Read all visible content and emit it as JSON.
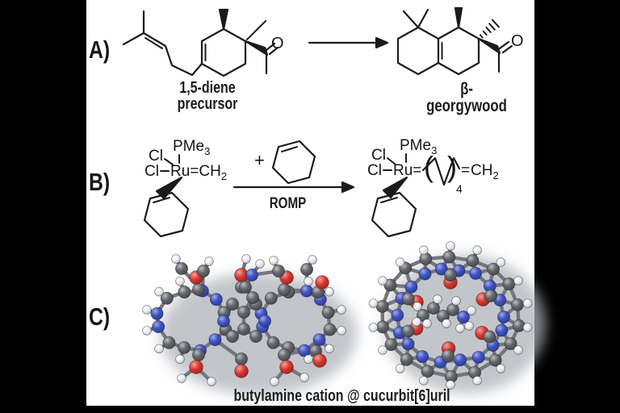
{
  "figure": {
    "panel_a": {
      "label": "A)",
      "reactant_caption": "1,5-diene precursor",
      "product_caption": "β-georgywood",
      "reactant_carbonyl": "O",
      "product_carbonyl": "O"
    },
    "panel_b": {
      "label": "B)",
      "plus_sign": "+",
      "arrow_caption": "ROMP",
      "catalyst": {
        "chloride_top": "Cl",
        "chloride_left": "Cl",
        "metal": "Ru",
        "double_bond": "=",
        "carbene": "CH",
        "carbene_subscript": "2",
        "phosphine": "PMe",
        "phosphine_subscript": "3"
      },
      "product": {
        "chloride_top": "Cl",
        "chloride_left": "Cl",
        "metal": "Ru",
        "double_bond": "=",
        "phosphine": "PMe",
        "phosphine_subscript": "3",
        "paren_open": "(",
        "paren_close": ")",
        "repeat_subscript": "4",
        "terminal_double_bond": "=",
        "terminal_group": "CH",
        "terminal_subscript": "2"
      }
    },
    "panel_c": {
      "label": "C)",
      "caption": "butylamine cation @ cucurbit[6]uril"
    },
    "colors": {
      "carbon": "#5d6166",
      "nitrogen": "#3f51b5",
      "oxygen": "#d6322e",
      "hydrogen": "#f4f4f4",
      "bond": "#73767b",
      "shadow": "#aeb3b9",
      "line": "#1b1b1b",
      "canvas": "#ffffff",
      "frame": "#000000"
    }
  }
}
